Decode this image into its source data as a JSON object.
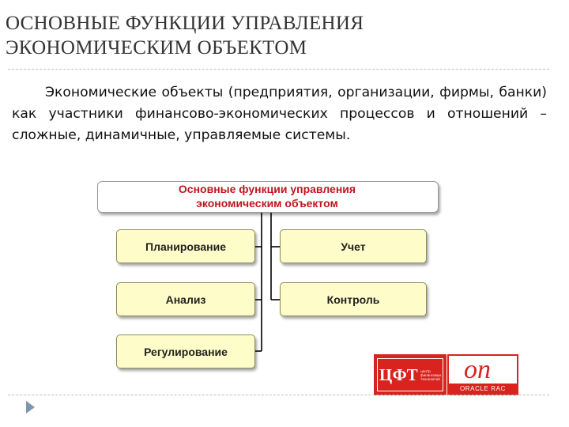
{
  "slide": {
    "title_lines": [
      "ОСНОВНЫЕ ФУНКЦИИ УПРАВЛЕНИЯ",
      "ЭКОНОМИЧЕСКИМ ОБЪЕКТОМ"
    ],
    "paragraph": "Экономические объекты (предприятия, организации, фирмы, банки) как участники финансово-экономических процессов и отношений – сложные, динамичные, управляемые системы."
  },
  "diagram": {
    "header_lines": [
      "Основные функции управления",
      "экономическим объектом"
    ],
    "header_color": "#c0141e",
    "box_fill": "#fefcc8",
    "left_functions": [
      "Планирование",
      "Анализ",
      "Регулирование"
    ],
    "right_functions": [
      "Учет",
      "Контроль"
    ]
  },
  "logos": {
    "left_main": "ЦФТ",
    "left_small": "центр финансовых технологий",
    "right_main": "on",
    "right_caption": "ORACLE RAC"
  }
}
